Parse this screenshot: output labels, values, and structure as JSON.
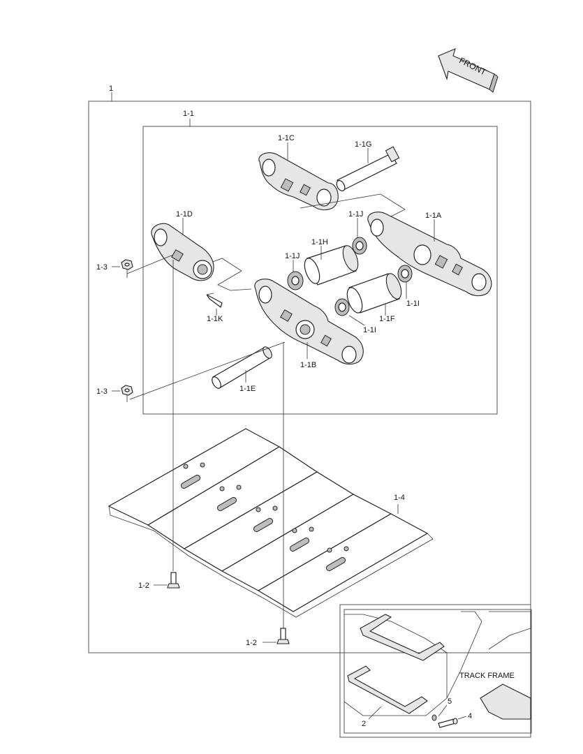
{
  "labels": {
    "front": "FRONT",
    "assembly": "1",
    "subassembly": "1-1",
    "link_1c": "1-1C",
    "pin_1g": "1-1G",
    "link_1d": "1-1D",
    "seal_1j_top": "1-1J",
    "link_1a": "1-1A",
    "seal_1j_left": "1-1J",
    "bushing_1h": "1-1H",
    "nut_upper": "1-3",
    "seal_1i_right": "1-1I",
    "pin_1k": "1-1K",
    "seal_1i_center": "1-1I",
    "bushing_1f": "1-1F",
    "link_1b": "1-1B",
    "nut_lower": "1-3",
    "pin_1e": "1-1E",
    "shoes": "1-4",
    "bolt_left": "1-2",
    "bolt_right": "1-2",
    "track_frame": "TRACK FRAME",
    "step": "2",
    "washer": "5",
    "screw": "4"
  },
  "colors": {
    "line": "#222222",
    "frame": "#555555",
    "shade": "#e6e6e6",
    "dark_shade": "#bdbdbd"
  }
}
